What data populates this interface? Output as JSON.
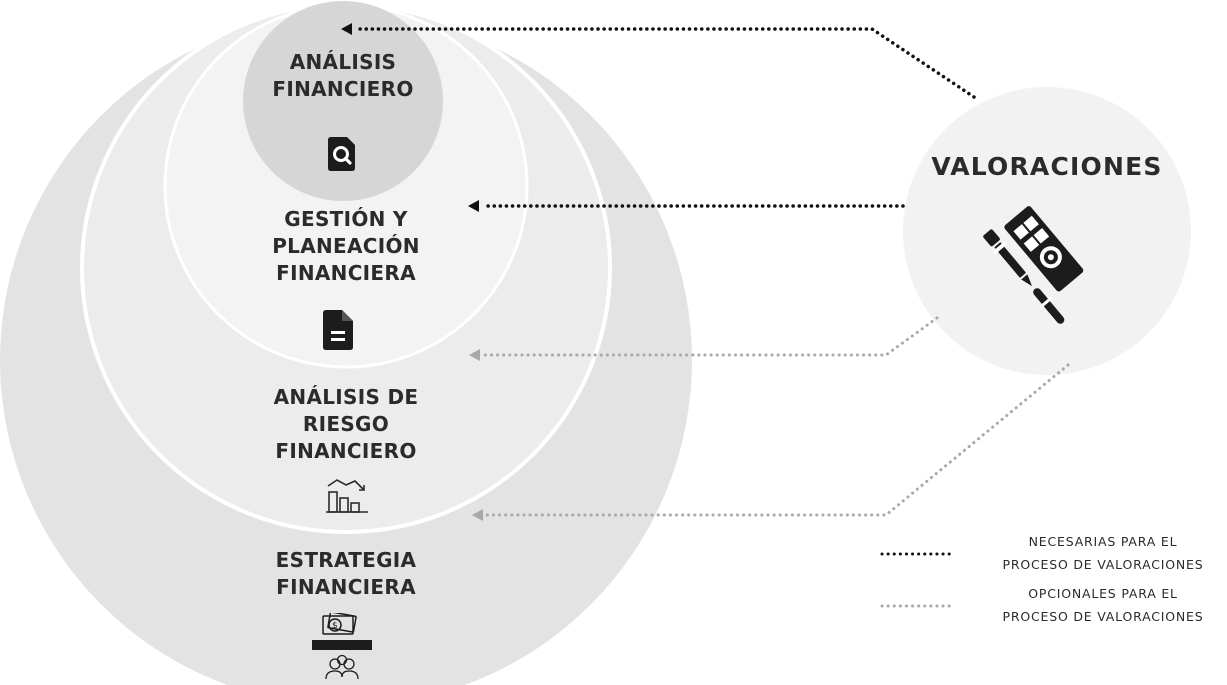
{
  "layers": [
    {
      "title": "ANÁLISIS\nFINANCIERO",
      "icon": "document-search-icon",
      "fill": "#d6d6d6"
    },
    {
      "title": "GESTIÓN Y\nPLANEACIÓN\nFINANCIERA",
      "icon": "document-icon",
      "fill": "#f3f3f3"
    },
    {
      "title": "ANÁLISIS DE\nRIESGO\nFINANCIERO",
      "icon": "declining-bar-chart-icon",
      "fill": "#ececec"
    },
    {
      "title": "ESTRATEGIA\nFINANCIERA",
      "icon": "money-hand-people-icon",
      "fill": "#e3e3e3"
    }
  ],
  "valuations": {
    "title": "VALORACIONES",
    "icon": "valuation-tools-icon",
    "fill": "#f2f2f2"
  },
  "legend": {
    "required": {
      "text": "NECESARIAS PARA EL\nPROCESO DE VALORACIONES",
      "color": "#111111"
    },
    "optional": {
      "text": "OPCIONALES PARA EL\nPROCESO DE VALORACIONES",
      "color": "#a8a8a8"
    }
  }
}
